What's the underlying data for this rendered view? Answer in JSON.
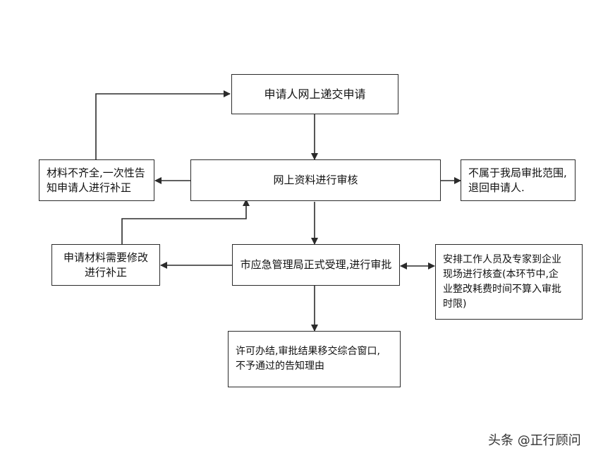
{
  "nodes": {
    "submit": {
      "lines": [
        "申请人网上递交申请"
      ]
    },
    "online_review": {
      "lines": [
        "网上资料进行审核"
      ]
    },
    "incomplete": {
      "lines": [
        "材料不齐全,一次性告",
        "知申请人进行补正"
      ]
    },
    "out_of_scope": {
      "lines": [
        "不属于我局审批范围,",
        "退回申请人."
      ]
    },
    "formal_review": {
      "lines": [
        "市应急管理局正式受理,进行审批"
      ]
    },
    "needs_revision": {
      "lines": [
        "申请材料需要修改",
        "进行补正"
      ]
    },
    "site_check": {
      "lines": [
        "安排工作人员及专家到企业",
        "现场进行核查(本环节中,企",
        "业整改耗费时间不算入审批",
        "时限)"
      ]
    },
    "result": {
      "lines": [
        "许可办结,审批结果移交综合窗口,",
        "不予通过的告知理由"
      ]
    }
  },
  "watermark": "头条 @正行顾问",
  "colors": {
    "line": "#2b2b2b",
    "background": "#ffffff"
  }
}
